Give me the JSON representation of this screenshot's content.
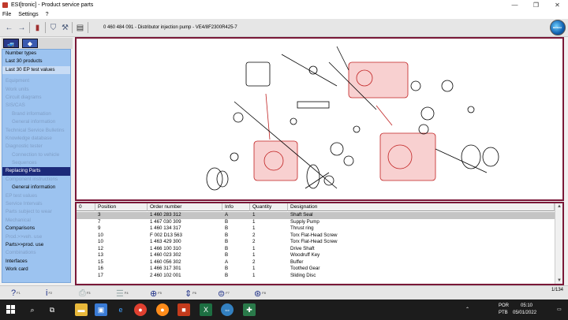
{
  "window": {
    "title": "ESI[tronic] - Product service parts",
    "minimize": "—",
    "restore": "❐",
    "close": "✕"
  },
  "menu": [
    "File",
    "Settings",
    "?"
  ],
  "toolbar": {
    "document_title": "0 460 484 091 - Distributor injection pump - VE4/8F2300R425-7",
    "globe_label": "BOSCH"
  },
  "sidebar": {
    "items": [
      {
        "label": "Number types",
        "state": "active"
      },
      {
        "label": "Last 30 products",
        "state": "active"
      },
      {
        "label": "Last 30 EP test values",
        "state": "light"
      },
      {
        "label": "",
        "state": "gap"
      },
      {
        "label": "Equipment",
        "state": "dim"
      },
      {
        "label": "Work units",
        "state": "dim"
      },
      {
        "label": "Circuit diagrams",
        "state": "dim"
      },
      {
        "label": "SIS/CAS",
        "state": "dim"
      },
      {
        "label": "Brand information",
        "state": "dim-indent"
      },
      {
        "label": "General information",
        "state": "dim-indent"
      },
      {
        "label": "Technical Service Bulletins",
        "state": "dim"
      },
      {
        "label": "Knowledge database",
        "state": "dim"
      },
      {
        "label": "Diagnostic tester",
        "state": "dim"
      },
      {
        "label": "Connection to vehicle",
        "state": "dim-indent"
      },
      {
        "label": "Sequences",
        "state": "dim-indent"
      },
      {
        "label": "Replacing Parts",
        "state": "selected"
      },
      {
        "label": "Component instructions",
        "state": "dim"
      },
      {
        "label": "General information",
        "state": "indent"
      },
      {
        "label": "EP test values",
        "state": "dim"
      },
      {
        "label": "Service Intervals",
        "state": "dim"
      },
      {
        "label": "Parts subject to wear",
        "state": "dim"
      },
      {
        "label": "Mechanical",
        "state": "dim"
      },
      {
        "label": "Comparisons",
        "state": "active"
      },
      {
        "label": "Prod.>>veh. use",
        "state": "dim"
      },
      {
        "label": "Parts>>prod. use",
        "state": "active"
      },
      {
        "label": "Combinations",
        "state": "dim"
      },
      {
        "label": "Interfaces",
        "state": "active"
      },
      {
        "label": "Work card",
        "state": "active"
      }
    ]
  },
  "table": {
    "columns": [
      "0",
      "Position",
      "Order number",
      "Info",
      "Quantity",
      "Designation"
    ],
    "rows": [
      [
        "",
        "3",
        "1 460 283 312",
        "A",
        "1",
        "Shaft Seal"
      ],
      [
        "",
        "7",
        "1 467 030 309",
        "B",
        "1",
        "Supply Pump"
      ],
      [
        "",
        "9",
        "1 460 134 317",
        "B",
        "1",
        "Thrust ring"
      ],
      [
        "",
        "10",
        "F 002 D13 563",
        "B",
        "2",
        "Torx Flat-Head Screw"
      ],
      [
        "",
        "10",
        "1 463 429 300",
        "B",
        "2",
        "Torx Flat-Head Screw"
      ],
      [
        "",
        "12",
        "1 466 100 310",
        "B",
        "1",
        "Drive Shaft"
      ],
      [
        "",
        "13",
        "1 460 023 302",
        "B",
        "1",
        "Woodruff Key"
      ],
      [
        "",
        "15",
        "1 460 056 302",
        "A",
        "2",
        "Buffer"
      ],
      [
        "",
        "16",
        "1 466 317 301",
        "B",
        "1",
        "Toothed Gear"
      ],
      [
        "",
        "17",
        "2 460 102 001",
        "B",
        "1",
        "Sliding Disc"
      ]
    ],
    "selected_row": 0
  },
  "bottombar": {
    "keys": [
      "F1",
      "F2",
      "F3",
      "F4",
      "F5",
      "F6",
      "F7",
      "F8"
    ],
    "page_info": "1/134"
  },
  "taskbar": {
    "language": "POR",
    "layout": "PTB",
    "time": "05:10",
    "date": "05/01/2022"
  },
  "colors": {
    "accent_border": "#7a1838",
    "sidebar_bg": "#9cc3f0",
    "selected_item": "#1c2a7a"
  }
}
